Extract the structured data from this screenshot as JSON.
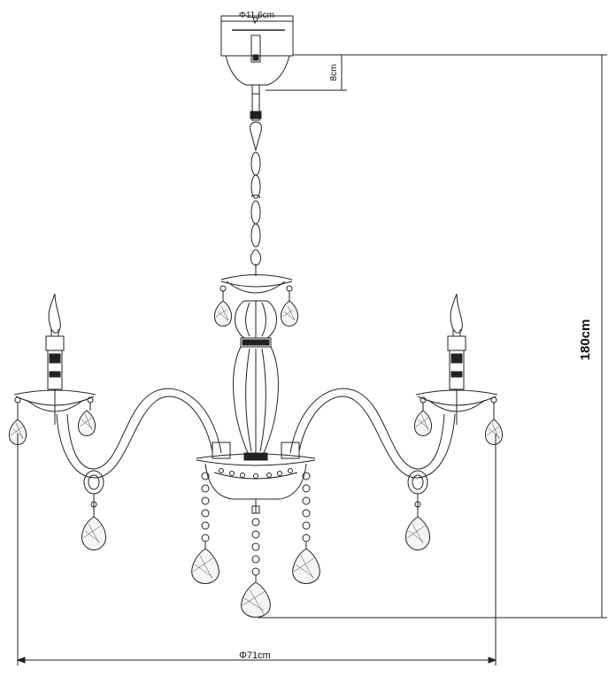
{
  "dimensions": {
    "canopy_diameter": "Φ11.6cm",
    "canopy_height": "8cm",
    "total_height": "180cm",
    "overall_diameter": "Φ71cm"
  }
}
